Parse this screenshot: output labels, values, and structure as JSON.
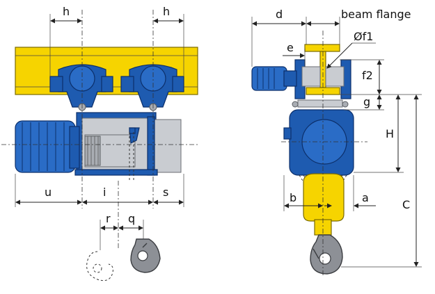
{
  "labels": {
    "h_left": "h",
    "h_right": "h",
    "u": "u",
    "i": "i",
    "s": "s",
    "r": "r",
    "q": "q",
    "d": "d",
    "beam_flange": "beam flange",
    "e": "e",
    "f1": "Øf1",
    "f2": "f2",
    "g": "g",
    "H": "H",
    "b": "b",
    "a": "a",
    "C": "C"
  },
  "colors": {
    "beam": "#f6d400",
    "body": "#1e5bb0",
    "drum": "#c9ccd1",
    "hook": "#8d9096"
  }
}
